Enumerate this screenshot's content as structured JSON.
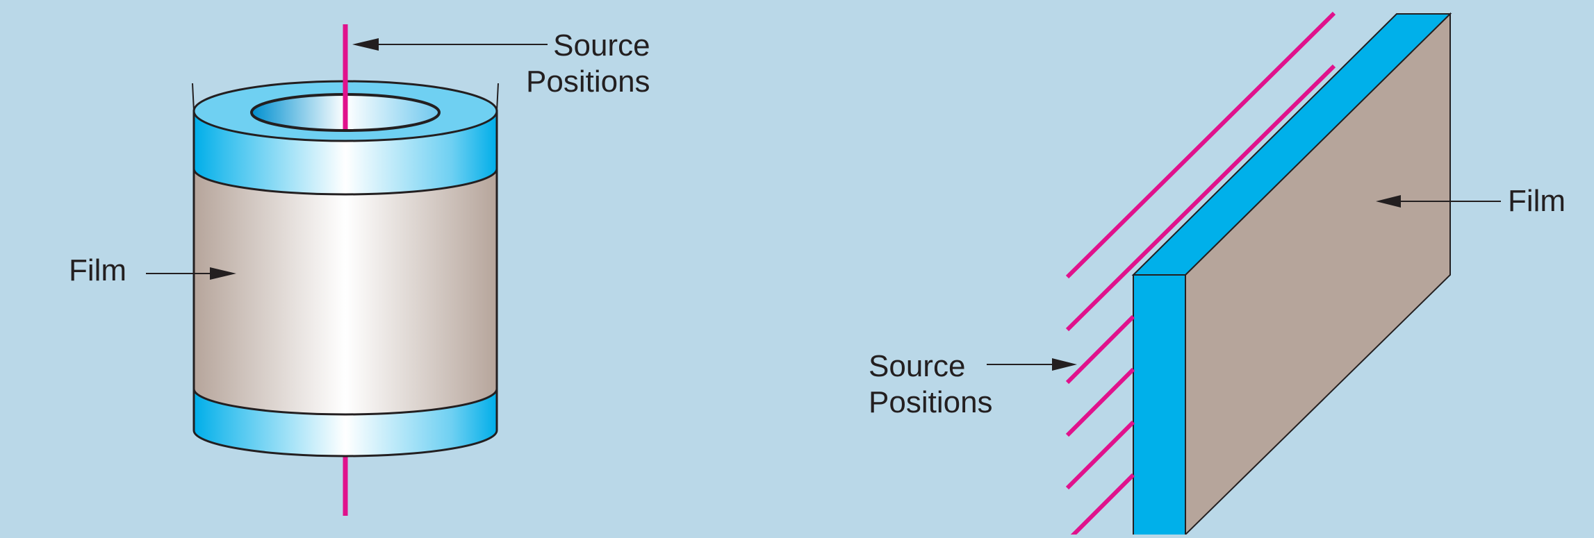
{
  "cylinder_panel": {
    "source_label_line1": "Source",
    "source_label_line2": "Positions",
    "film_label": "Film"
  },
  "flat_panel": {
    "source_label_line1": "Source",
    "source_label_line2": "Positions",
    "film_label": "Film"
  },
  "colors": {
    "background": "#bad8e8",
    "source_line": "#e0128c",
    "shield_blue": "#00b0ea",
    "film_brown": "#b6a59b",
    "outline": "#231f20"
  }
}
